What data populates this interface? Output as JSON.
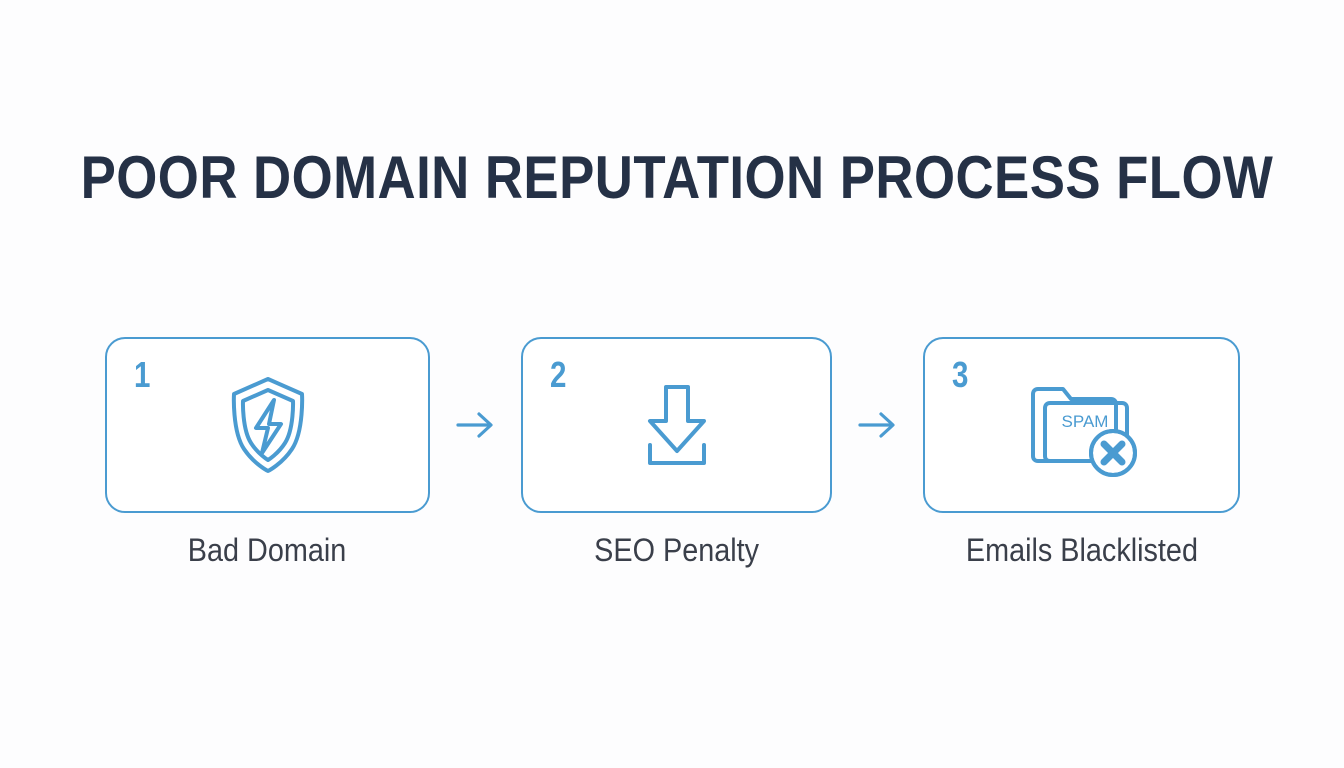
{
  "page": {
    "title": "POOR DOMAIN REPUTATION PROCESS FLOW",
    "background_color": "#fdfdfe",
    "title_color": "#253146",
    "accent_color": "#4a9bd1",
    "label_color": "#3a3f4a"
  },
  "flow": {
    "steps": [
      {
        "number": "1",
        "label": "Bad Domain",
        "icon": "shield-lightning-icon",
        "icon_text": ""
      },
      {
        "number": "2",
        "label": "SEO Penalty",
        "icon": "download-arrow-icon",
        "icon_text": ""
      },
      {
        "number": "3",
        "label": "Emails Blacklisted",
        "icon": "spam-folder-blocked-icon",
        "icon_text": "SPAM"
      }
    ],
    "connectors": [
      {
        "icon": "arrow-right-icon"
      },
      {
        "icon": "arrow-right-icon"
      }
    ]
  }
}
